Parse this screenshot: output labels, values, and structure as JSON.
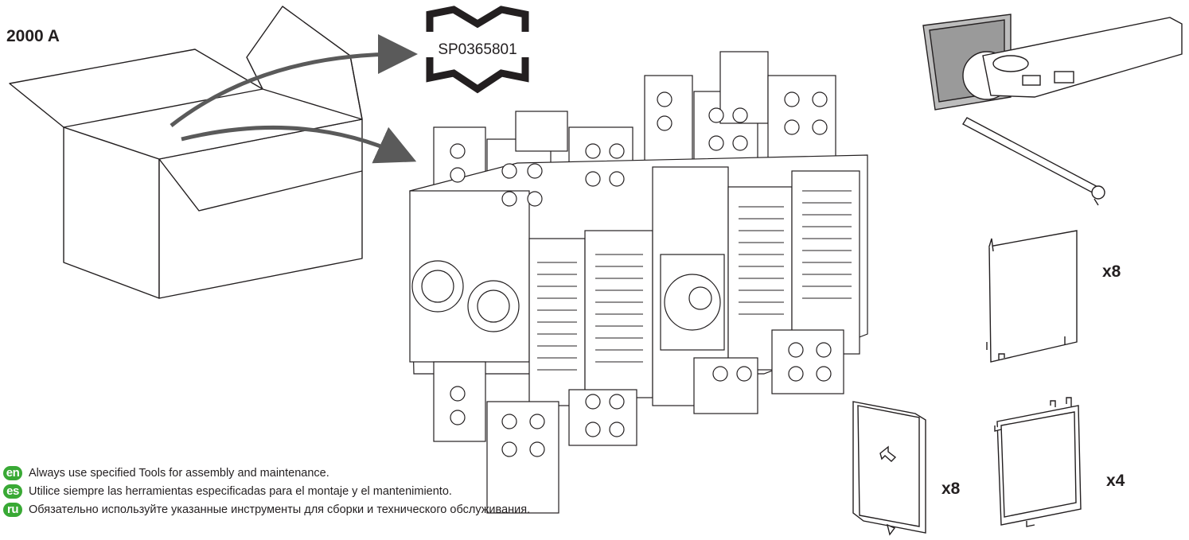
{
  "rating_label": "2000 A",
  "manual": {
    "code": "SP0365801"
  },
  "quantities": {
    "side_barrier": "x8",
    "front_cover": "x8",
    "rear_cover": "x4"
  },
  "instructions": [
    {
      "lang": "en",
      "text": "Always use specified Tools for assembly and maintenance."
    },
    {
      "lang": "es",
      "text": "Utilice siempre las herramientas especificadas para el montaje y el mantenimiento."
    },
    {
      "lang": "ru",
      "text": "Обязательно используйте указанные инструменты для сборки и технического обслуживания."
    }
  ],
  "colors": {
    "badge": "#39a935",
    "arrow": "#5a5a5a",
    "line": "#231f20"
  }
}
